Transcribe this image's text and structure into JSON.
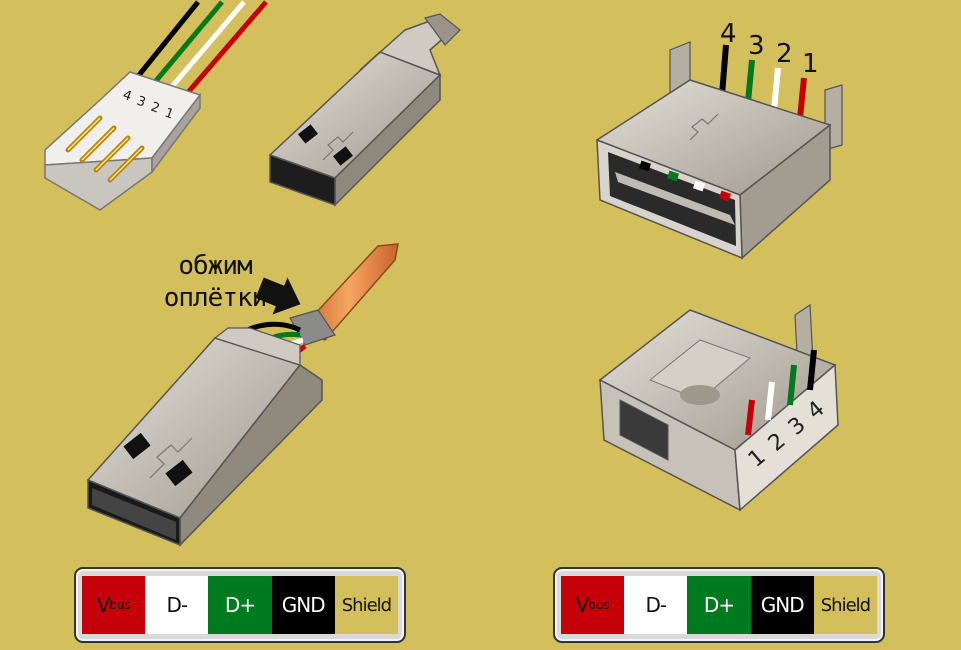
{
  "colors": {
    "background": "#d3bf5c",
    "vbus": "#c60008",
    "d_minus": "#ffffff",
    "d_plus": "#007a1e",
    "gnd": "#000000",
    "shield": "#d3bf5c",
    "metal": "#bdb6ab",
    "cable": "#e8924a"
  },
  "pin_numbers": [
    "1",
    "2",
    "3",
    "4"
  ],
  "crimp_label": {
    "line1": "обжим",
    "line2": "оплётки"
  },
  "legend": {
    "vbus_main": "V",
    "vbus_sub": "bus",
    "d_minus": "D-",
    "d_plus": "D+",
    "gnd": "GND",
    "shield": "Shield"
  }
}
